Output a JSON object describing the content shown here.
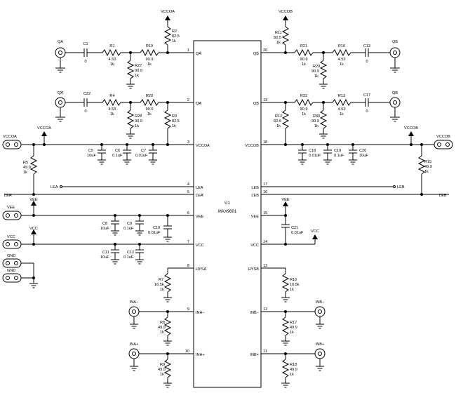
{
  "chip": {
    "ref": "U1",
    "part": "MAX9601"
  },
  "pins_left": [
    {
      "num": "1",
      "name": "QA",
      "overline": false
    },
    {
      "num": "2",
      "name": "QA",
      "overline": true
    },
    {
      "num": "3",
      "name": "VCCOA",
      "overline": false
    },
    {
      "num": "4",
      "name": "LEA",
      "overline": false
    },
    {
      "num": "5",
      "name": "LEA",
      "overline": true
    },
    {
      "num": "6",
      "name": "VEE",
      "overline": false
    },
    {
      "num": "7",
      "name": "VCC",
      "overline": false
    },
    {
      "num": "8",
      "name": "HYSA",
      "overline": false
    },
    {
      "num": "9",
      "name": "INA−",
      "overline": false
    },
    {
      "num": "10",
      "name": "INA+",
      "overline": false
    }
  ],
  "pins_right": [
    {
      "num": "20",
      "name": "QB",
      "overline": false
    },
    {
      "num": "19",
      "name": "QB",
      "overline": true
    },
    {
      "num": "18",
      "name": "VCCOB",
      "overline": false
    },
    {
      "num": "17",
      "name": "LEB",
      "overline": false
    },
    {
      "num": "16",
      "name": "LEB",
      "overline": true
    },
    {
      "num": "15",
      "name": "VEE",
      "overline": false
    },
    {
      "num": "14",
      "name": "VCC",
      "overline": false
    },
    {
      "num": "13",
      "name": "HYSB",
      "overline": false
    },
    {
      "num": "12",
      "name": "INB−",
      "overline": false
    },
    {
      "num": "11",
      "name": "INB+",
      "overline": false
    }
  ],
  "resistors": [
    {
      "ref": "R1",
      "value": "4.53",
      "tol": "1k"
    },
    {
      "ref": "R19",
      "value": "90.9",
      "tol": "1k"
    },
    {
      "ref": "R27",
      "value": "90.9",
      "tol": "1k"
    },
    {
      "ref": "R2",
      "value": "82.5",
      "tol": "1k"
    },
    {
      "ref": "R4",
      "value": "4.53",
      "tol": "1k"
    },
    {
      "ref": "R20",
      "value": "90.9",
      "tol": "1k"
    },
    {
      "ref": "R28",
      "value": "90.9",
      "tol": "1k"
    },
    {
      "ref": "R3",
      "value": "82.5",
      "tol": "1k"
    },
    {
      "ref": "R5",
      "value": "49.9",
      "tol": "1k"
    },
    {
      "ref": "R7",
      "value": "16.5k",
      "tol": "1k"
    },
    {
      "ref": "R8",
      "value": "49.9",
      "tol": "1k"
    },
    {
      "ref": "R9",
      "value": "49.9",
      "tol": "1k"
    },
    {
      "ref": "R11",
      "value": "82.5",
      "tol": "1k"
    },
    {
      "ref": "R21",
      "value": "90.9",
      "tol": "1k"
    },
    {
      "ref": "R10",
      "value": "4.53",
      "tol": "1k"
    },
    {
      "ref": "R29",
      "value": "90.9",
      "tol": "1k"
    },
    {
      "ref": "R12",
      "value": "82.5",
      "tol": "1k"
    },
    {
      "ref": "R22",
      "value": "90.9",
      "tol": "1k"
    },
    {
      "ref": "R30",
      "value": "90.9",
      "tol": "1k"
    },
    {
      "ref": "R13",
      "value": "4.53",
      "tol": "1k"
    },
    {
      "ref": "R15",
      "value": "49.9",
      "tol": "1k"
    },
    {
      "ref": "R16",
      "value": "16.5k",
      "tol": "1k"
    },
    {
      "ref": "R17",
      "value": "49.9",
      "tol": "1k"
    },
    {
      "ref": "R18",
      "value": "49.9",
      "tol": "1k"
    }
  ],
  "capacitors": [
    {
      "ref": "C1",
      "value": "0"
    },
    {
      "ref": "C22",
      "value": "0"
    },
    {
      "ref": "C5",
      "value": "10uF"
    },
    {
      "ref": "C6",
      "value": "0.1uF"
    },
    {
      "ref": "C7",
      "value": "0.01uF"
    },
    {
      "ref": "C8",
      "value": "10uF"
    },
    {
      "ref": "C9",
      "value": "0.1uF"
    },
    {
      "ref": "C10",
      "value": "0.01uF"
    },
    {
      "ref": "C11",
      "value": "10uF"
    },
    {
      "ref": "C12",
      "value": "0.1uF"
    },
    {
      "ref": "C13",
      "value": "0"
    },
    {
      "ref": "C17",
      "value": "0"
    },
    {
      "ref": "C18",
      "value": "0.01uF"
    },
    {
      "ref": "C19",
      "value": "0.1uF"
    },
    {
      "ref": "C20",
      "value": "10uF"
    },
    {
      "ref": "C21",
      "value": "0.01uF"
    }
  ],
  "connectors": {
    "qa": "QA",
    "qa_bar": "QA",
    "qb": "QB",
    "qb_bar": "QB",
    "ina_minus": "INA−",
    "ina_plus": "INA+",
    "inb_minus": "INB−",
    "inb_plus": "INB+",
    "vccoa": "VCCOA",
    "vccob": "VCCOB",
    "vee": "VEE",
    "vcc": "VCC",
    "gnd1": "GND",
    "gnd2": "GND"
  },
  "rails": {
    "vccoa": "VCCOA",
    "vccob": "VCCOB",
    "vee": "VEE",
    "vcc": "VCC"
  },
  "nets": {
    "lea": "LEA",
    "lea_bar": "LEA",
    "leb": "LEB",
    "leb_bar": "LEB"
  }
}
